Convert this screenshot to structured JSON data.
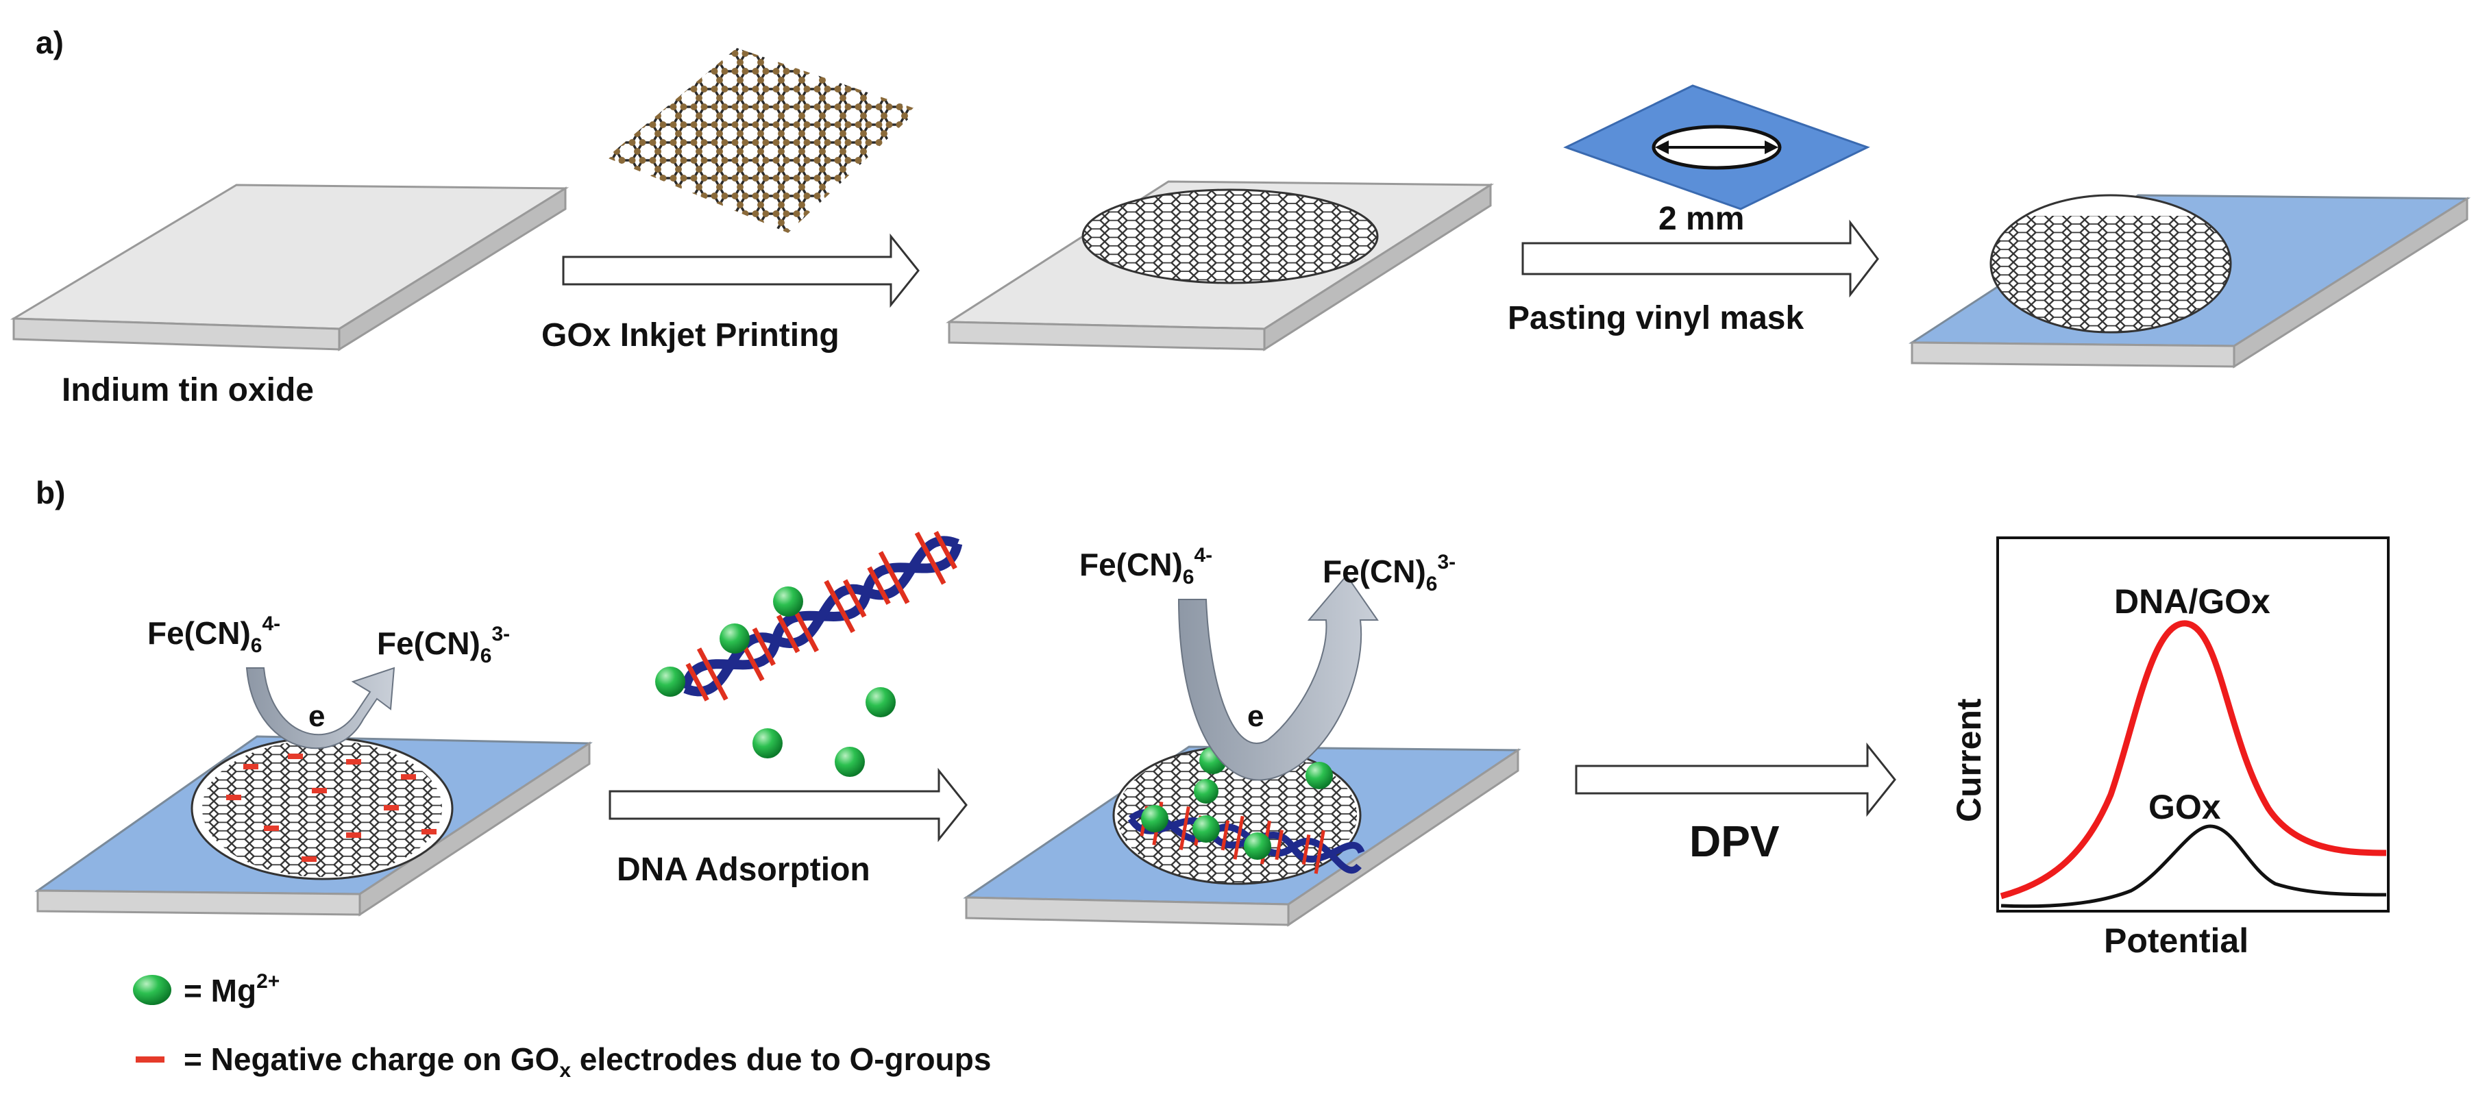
{
  "panel_a": {
    "letter": "a)",
    "ito_label": "Indium tin oxide",
    "step1_label": "GOx Inkjet Printing",
    "mask_dimension": "2 mm",
    "step2_label": "Pasting vinyl mask"
  },
  "panel_b": {
    "letter": "b)",
    "left": {
      "reactant": "Fe(CN)",
      "reactant_sub": "6",
      "reactant_sup": "4-",
      "product": "Fe(CN)",
      "product_sub": "6",
      "product_sup": "3-",
      "electron": "e"
    },
    "step_dna_label": "DNA Adsorption",
    "middle": {
      "reactant": "Fe(CN)",
      "reactant_sub": "6",
      "reactant_sup": "4-",
      "product": "Fe(CN)",
      "product_sub": "6",
      "product_sup": "3-",
      "electron": "e"
    },
    "dpv_label": "DPV",
    "graph": {
      "y_label": "Current",
      "x_label": "Potential",
      "curve_high_label": "DNA/GOx",
      "curve_low_label": "GOx"
    }
  },
  "legend": {
    "mg_text": "= Mg",
    "mg_sup": "2+",
    "neg_text": "= Negative charge on GO",
    "neg_sub": "x",
    "neg_text2": " electrodes due to O-groups"
  },
  "colors": {
    "ito_gray": "#e6e6e6",
    "mask_blue": "#8fb4e3",
    "graphene_dark": "#3a3a3a",
    "mg_green": "#22b04a",
    "dna_blue": "#1f2a8c",
    "dna_red": "#e0301e",
    "curve_red": "#ee1c1c",
    "curve_black": "#111111"
  }
}
